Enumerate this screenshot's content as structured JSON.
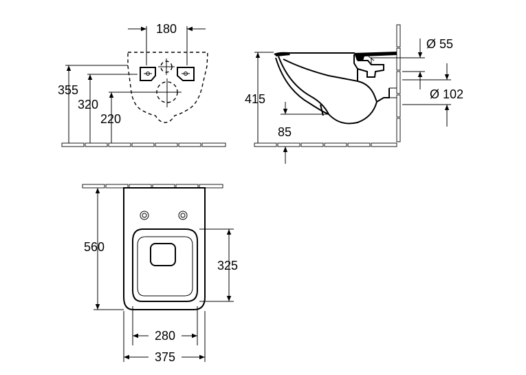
{
  "dimensions": {
    "fixing_spacing": "180",
    "height_355": "355",
    "height_320": "320",
    "height_220": "220",
    "bowl_height": "415",
    "outlet_height": "85",
    "inlet_diameter": "Ø 55",
    "outlet_diameter": "Ø 102",
    "length": "560",
    "seat_length": "325",
    "inner_width": "280",
    "outer_width": "375"
  }
}
